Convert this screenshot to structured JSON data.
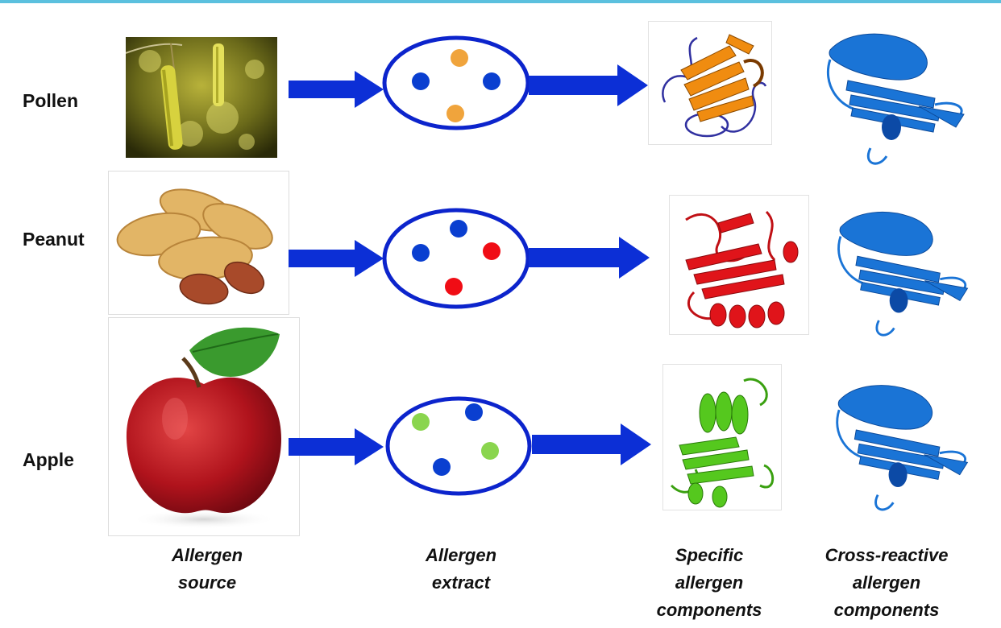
{
  "rows": [
    {
      "label": "Pollen",
      "source_icon": "pollen-catkin-image",
      "specific_color": "#f0900f",
      "extract_dots": [
        "#f0a43c",
        "#0a3fd0",
        "#0a3fd0",
        "#f0a43c"
      ]
    },
    {
      "label": "Peanut",
      "source_icon": "peanut-image",
      "specific_color": "#e0141a",
      "extract_dots": [
        "#0a3fd0",
        "#0a3fd0",
        "#f00d15",
        "#f00d15"
      ]
    },
    {
      "label": "Apple",
      "source_icon": "apple-image",
      "specific_color": "#55c81e",
      "extract_dots": [
        "#8ad54e",
        "#0a3fd0",
        "#8ad54e",
        "#0a3fd0"
      ]
    }
  ],
  "columns": {
    "source": [
      "Allergen",
      "source"
    ],
    "extract": [
      "Allergen",
      "extract"
    ],
    "specific": [
      "Specific",
      "allergen",
      "components"
    ],
    "cross": [
      "Cross-reactive",
      "allergen",
      "components"
    ]
  },
  "colors": {
    "arrow": "#0c2fd6",
    "extract_ring": "#0c24cc",
    "cross_reactive_protein": "#1a74d6",
    "top_rule": "#5bc0de"
  }
}
